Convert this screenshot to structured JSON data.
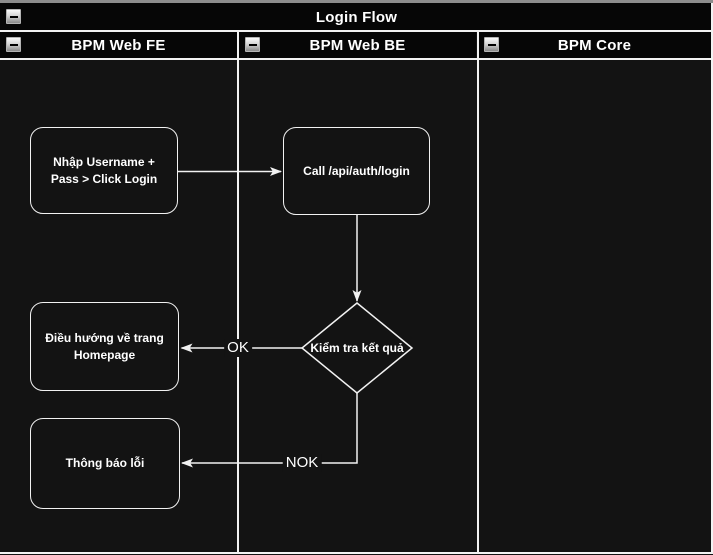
{
  "pool": {
    "title": "Login Flow"
  },
  "lanes": [
    {
      "label": "BPM Web FE"
    },
    {
      "label": "BPM Web BE"
    },
    {
      "label": "BPM Core"
    }
  ],
  "nodes": {
    "input_login": {
      "label": "Nhập Username + Pass > Click Login",
      "type": "rounded-rectangle"
    },
    "call_api": {
      "label": "Call /api/auth/login",
      "type": "rounded-rectangle"
    },
    "check_result": {
      "label": "Kiểm tra kết quả",
      "type": "decision-diamond"
    },
    "redirect_homepage": {
      "label": "Điều hướng về trang Homepage",
      "type": "rounded-rectangle"
    },
    "error_message": {
      "label": "Thông báo lỗi",
      "type": "rounded-rectangle"
    }
  },
  "edge_labels": {
    "ok": "OK",
    "nok": "NOK"
  },
  "icons": {
    "collapse": "minus-icon"
  },
  "colors": {
    "canvas_bg": "#131313",
    "header_bg": "#060606",
    "stroke": "#f2f2f2",
    "text": "#ffffff",
    "top_strip": "#8c8c8c"
  }
}
